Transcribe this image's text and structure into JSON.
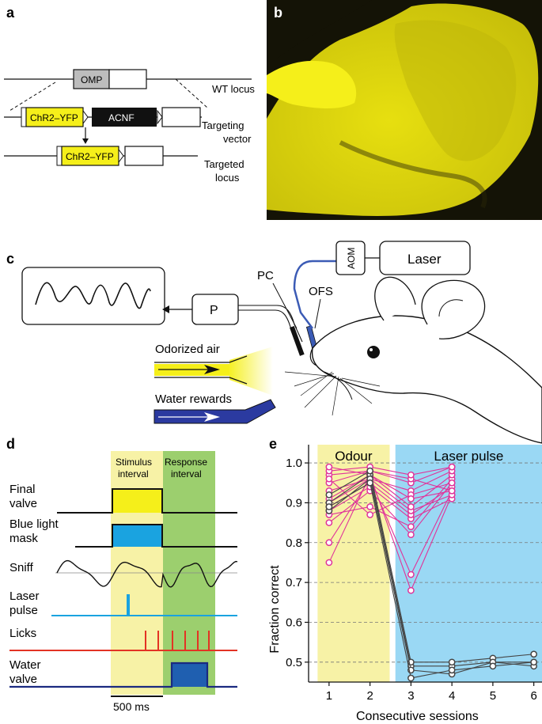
{
  "panel_labels": {
    "a": "a",
    "b": "b",
    "c": "c",
    "d": "d",
    "e": "e"
  },
  "panel_a": {
    "omp": "OMP",
    "wt_locus": "WT locus",
    "chr2_yfp": "ChR2–YFP",
    "acnf": "ACNF",
    "targeting_vector_line1": "Targeting",
    "targeting_vector_line2": "vector",
    "targeted_locus_line1": "Targeted",
    "targeted_locus_line2": "locus",
    "colors": {
      "yfp": "#f5ef1a",
      "omp_box": "#bdbdbd",
      "acnf_box": "#111111"
    }
  },
  "panel_b": {
    "color": "#e8e000",
    "background": "#141306"
  },
  "panel_c": {
    "p": "P",
    "pc": "PC",
    "ofs": "OFS",
    "aom": "AOM",
    "laser": "Laser",
    "odorized_air": "Odorized air",
    "water_rewards": "Water rewards",
    "colors": {
      "odor": "#f5ef1a",
      "water": "#2b3aa0",
      "fiber": "#3b5bb5"
    }
  },
  "panel_d": {
    "stimulus_line1": "Stimulus",
    "stimulus_line2": "interval",
    "response_line1": "Response",
    "response_line2": "interval",
    "final_valve_line1": "Final",
    "final_valve_line2": "valve",
    "blue_light_line1": "Blue light",
    "blue_light_line2": "mask",
    "sniff": "Sniff",
    "laser_pulse_line1": "Laser",
    "laser_pulse_line2": "pulse",
    "licks": "Licks",
    "water_valve_line1": "Water",
    "water_valve_line2": "valve",
    "scale_bar": "500 ms",
    "colors": {
      "stimulus": "#f7f2a6",
      "response": "#9ccf6e",
      "final_valve": "#f5ef1a",
      "blue_mask": "#1aa3e0",
      "laser": "#1aa3e0",
      "licks": "#e33324",
      "water": "#1f5fb0"
    }
  },
  "chart_data": {
    "type": "line",
    "title": "",
    "xlabel": "Consecutive sessions",
    "ylabel": "Fraction correct",
    "x_ticks": [
      1,
      2,
      3,
      4,
      5,
      6
    ],
    "y_ticks": [
      "0.5",
      "0.6",
      "0.7",
      "0.8",
      "0.9",
      "1.0"
    ],
    "xlim": [
      0.5,
      6.2
    ],
    "ylim": [
      0.45,
      1.02
    ],
    "grid": "horizontal dashed",
    "regions": [
      {
        "label": "Odour",
        "x_start": 0.72,
        "x_end": 2.48,
        "color": "#f7f2a6"
      },
      {
        "label": "Laser pulse",
        "x_start": 2.62,
        "x_end": 6.2,
        "color": "#9ad8f4"
      }
    ],
    "magenta_color": "#e0339a",
    "black_color": "#444444",
    "magenta_series": [
      {
        "values": [
          0.75,
          0.97,
          0.68,
          0.92
        ]
      },
      {
        "values": [
          0.8,
          0.96,
          0.72,
          0.93
        ]
      },
      {
        "values": [
          0.85,
          0.93,
          0.82,
          0.95
        ]
      },
      {
        "values": [
          0.87,
          0.89,
          0.84,
          0.96
        ]
      },
      {
        "values": [
          0.88,
          0.94,
          0.86,
          0.91
        ]
      },
      {
        "values": [
          0.89,
          0.95,
          0.87,
          0.94
        ]
      },
      {
        "values": [
          0.9,
          0.96,
          0.88,
          0.92
        ]
      },
      {
        "values": [
          0.91,
          0.97,
          0.89,
          0.97
        ]
      },
      {
        "values": [
          0.93,
          0.96,
          0.93,
          0.98
        ]
      },
      {
        "values": [
          0.95,
          0.98,
          0.95,
          0.99
        ]
      },
      {
        "values": [
          0.97,
          0.98,
          0.96,
          0.93
        ]
      },
      {
        "values": [
          0.98,
          0.99,
          0.97,
          0.99
        ]
      },
      {
        "values": [
          0.96,
          0.87,
          0.92,
          0.95
        ]
      },
      {
        "values": [
          0.99,
          0.97,
          0.91,
          0.93
        ]
      }
    ],
    "black_series": [
      {
        "values": [
          0.9,
          0.97,
          0.49,
          0.49,
          0.5,
          0.5
        ]
      },
      {
        "values": [
          0.92,
          0.98,
          0.5,
          0.5,
          0.51,
          0.52
        ]
      },
      {
        "values": [
          0.88,
          0.96,
          0.48,
          0.47,
          0.5,
          0.49
        ]
      },
      {
        "values": [
          0.89,
          0.95,
          0.46,
          0.48,
          0.49,
          0.5
        ]
      }
    ]
  }
}
